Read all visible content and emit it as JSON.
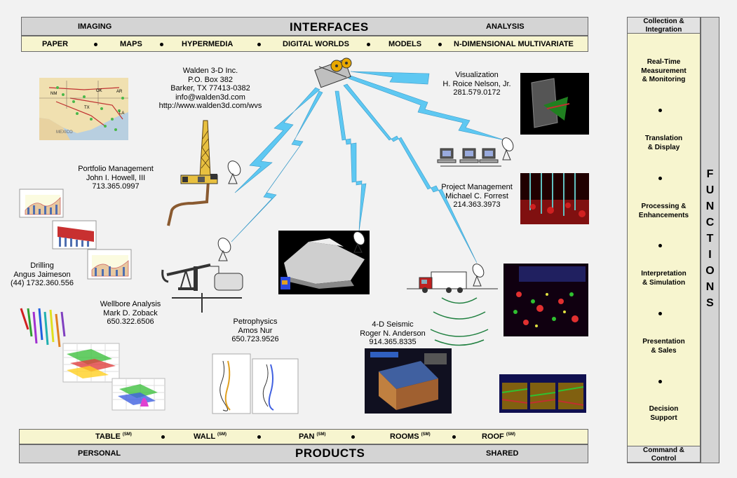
{
  "top": {
    "left_label": "IMAGING",
    "title": "INTERFACES",
    "right_label": "ANALYSIS",
    "items": [
      "PAPER",
      "MAPS",
      "HYPERMEDIA",
      "DIGITAL WORLDS",
      "MODELS",
      "N-DIMENSIONAL MULTIVARIATE"
    ]
  },
  "bottom": {
    "items": [
      {
        "label": "TABLE",
        "sup": "(SM)"
      },
      {
        "label": "WALL",
        "sup": "(SM)"
      },
      {
        "label": "PAN",
        "sup": "(SM)"
      },
      {
        "label": "ROOMS",
        "sup": "(SM)"
      },
      {
        "label": "ROOF",
        "sup": "(SM)"
      }
    ],
    "left_label": "PERSONAL",
    "title": "PRODUCTS",
    "right_label": "SHARED"
  },
  "functions": {
    "header": [
      "Collection &",
      "Integration"
    ],
    "footer": [
      "Command &",
      "Control"
    ],
    "items": [
      [
        "Real-Time",
        "Measurement",
        "& Monitoring"
      ],
      [
        "Translation",
        "& Display"
      ],
      [
        "Processing &",
        "Enhancements"
      ],
      [
        "Interpretation",
        "& Simulation"
      ],
      [
        "Presentation",
        "& Sales"
      ],
      [
        "Decision",
        "Support"
      ]
    ],
    "vertical_word": [
      "F",
      "U",
      "N",
      "C",
      "T",
      "I",
      "O",
      "N",
      "S"
    ]
  },
  "contacts": {
    "walden": [
      "Walden 3-D Inc.",
      "P.O. Box 382",
      "Barker, TX 77413-0382",
      "info@walden3d.com",
      "http://www.walden3d.com/wvs"
    ],
    "visualization": [
      "Visualization",
      "H. Roice Nelson, Jr.",
      "281.579.0172"
    ],
    "portfolio": [
      "Portfolio Management",
      "John I. Howell, III",
      "713.365.0997"
    ],
    "project": [
      "Project Management",
      "Michael C. Forrest",
      "214.363.3973"
    ],
    "drilling": [
      "Drilling",
      "Angus Jaimeson",
      "(44) 1732.360.556"
    ],
    "wellbore": [
      "Wellbore Analysis",
      "Mark D. Zoback",
      "650.322.6506"
    ],
    "petrophysics": [
      "Petrophysics",
      "Amos Nur",
      "650.723.9526"
    ],
    "seismic": [
      "4-D Seismic",
      "Roger N. Anderson",
      "914.365.8335"
    ]
  },
  "map_labels": [
    "NM",
    "OK",
    "AR",
    "TX",
    "LA",
    "MEXICO"
  ],
  "colors": {
    "bar_grey": "#d4d4d4",
    "bar_yellow": "#f7f5cf",
    "lightning": "#5ec8f2",
    "background": "#f2f2f2"
  }
}
